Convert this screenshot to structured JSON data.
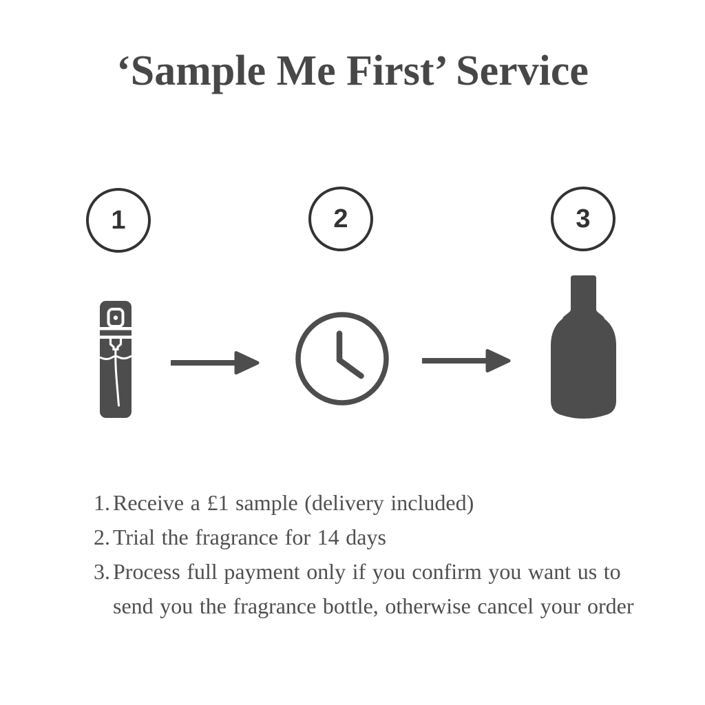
{
  "title": {
    "text": "‘Sample Me First’ Service"
  },
  "colors": {
    "background": "#ffffff",
    "title": "#474747",
    "outline": "#333333",
    "icon": "#4d4d4d",
    "text": "#4f4f4f"
  },
  "steps": [
    {
      "number": "1",
      "icon": "sample-vial"
    },
    {
      "number": "2",
      "icon": "clock"
    },
    {
      "number": "3",
      "icon": "fragrance-bottle"
    }
  ],
  "list": {
    "items": [
      {
        "number": "1.",
        "text": "Receive a £1 sample (delivery included)"
      },
      {
        "number": "2.",
        "text": "Trial the fragrance for 14 days"
      },
      {
        "number": "3.",
        "text": "Process full payment only if you confirm you want us to\nsend you the fragrance bottle, otherwise cancel your order"
      }
    ]
  }
}
